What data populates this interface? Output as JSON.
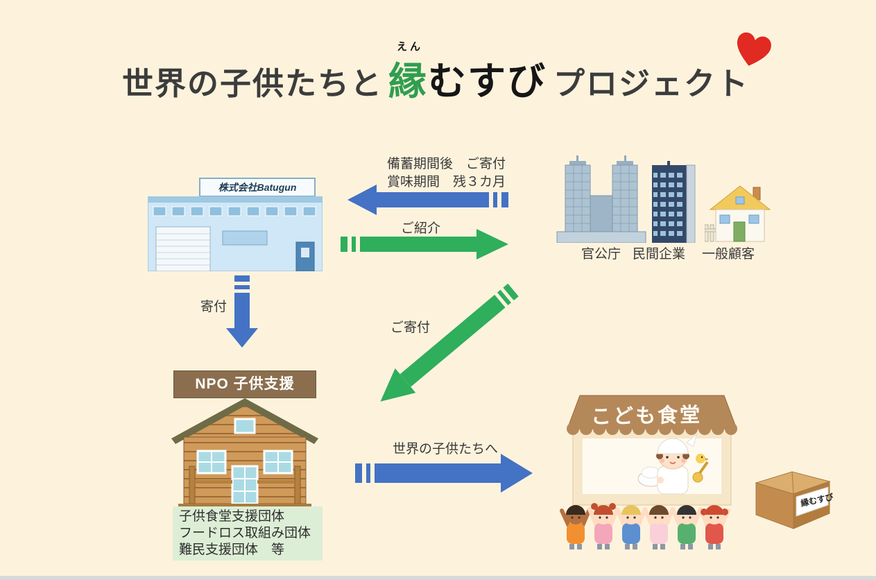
{
  "page": {
    "background": "#fdf3dd"
  },
  "title": {
    "prefix": "世界の子供たちと",
    "logo_furigana": "えん",
    "logo_first": "縁",
    "logo_rest": "むすび",
    "suffix": "プロジェクト",
    "heart_color": "#e02a22"
  },
  "company": {
    "sign": "株式会社Batugun"
  },
  "sources": {
    "labels": [
      "官公庁",
      "民間企業",
      "一般顧客"
    ]
  },
  "flows": {
    "stockpile_line1": "備蓄期間後　ご寄付",
    "stockpile_line2": "賞味期間　残３カ月",
    "referral": "ご紹介",
    "donation": "寄付",
    "donation2": "ご寄付",
    "to_children": "世界の子供たちへ"
  },
  "npo": {
    "sign": "NPO 子供支援",
    "org_lines": [
      "子供食堂支援団体",
      "フードロス取組み団体",
      "難民支援団体　等"
    ]
  },
  "cafeteria": {
    "sign": "こども食堂",
    "box_label": "縁むすび"
  },
  "colors": {
    "arrow_blue": "#4472c4",
    "arrow_green": "#2fae5c"
  }
}
